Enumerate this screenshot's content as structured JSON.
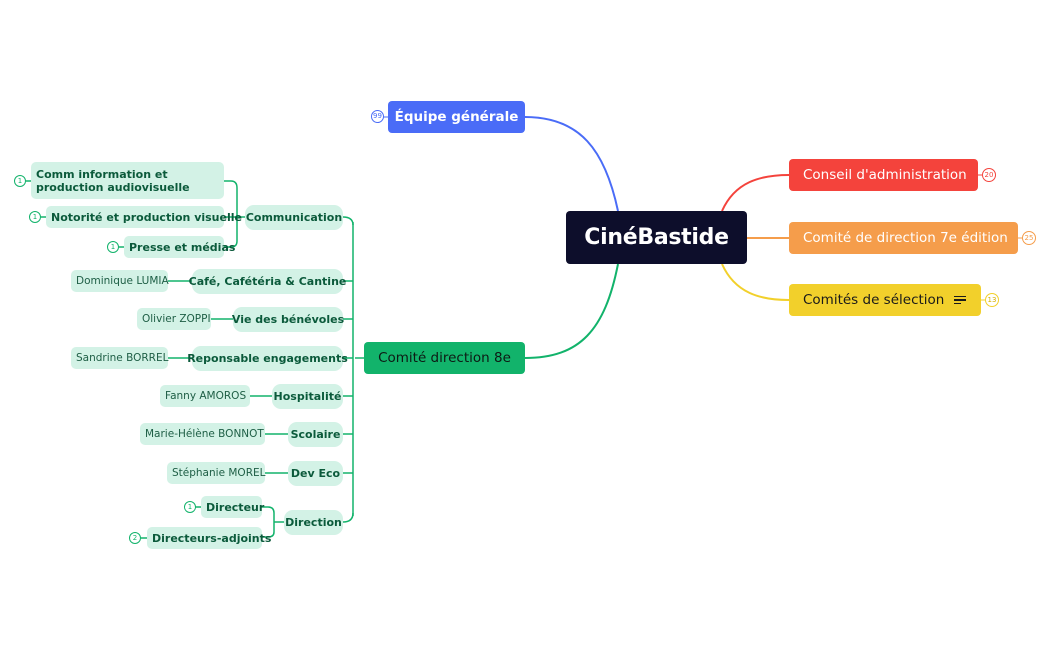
{
  "central": {
    "title": "CinéBastide"
  },
  "branches": {
    "equipe": {
      "label": "Équipe générale",
      "badge": "99",
      "color": "#4a6cf7"
    },
    "conseil": {
      "label": "Conseil d'administration",
      "badge": "20",
      "color": "#f4433c"
    },
    "comite7": {
      "label": "Comité de direction 7e édition",
      "badge": "25",
      "color": "#f59d4b"
    },
    "selection": {
      "label": "Comités de sélection",
      "badge": "13",
      "color": "#f2d02b",
      "notes_icon": "notes-icon"
    },
    "comite8": {
      "label": "Comité direction 8e",
      "color": "#12b36b"
    }
  },
  "comite8": {
    "communication": {
      "label": "Communication",
      "children": [
        {
          "label": "Comm information et production audiovisuelle",
          "badge": "1"
        },
        {
          "label": "Notorité et production visuelle",
          "badge": "1"
        },
        {
          "label": "Presse et médias",
          "badge": "1"
        }
      ]
    },
    "roles": [
      {
        "label": "Café, Cafétéria & Cantine",
        "person": "Dominique LUMIA"
      },
      {
        "label": "Vie des bénévoles",
        "person": "Olivier ZOPPI"
      },
      {
        "label": "Reponsable engagements",
        "person": "Sandrine BORREL"
      },
      {
        "label": "Hospitalité",
        "person": "Fanny AMOROS"
      },
      {
        "label": "Scolaire",
        "person": "Marie-Hélène BONNOT"
      },
      {
        "label": "Dev Eco",
        "person": "Stéphanie MOREL"
      }
    ],
    "direction": {
      "label": "Direction",
      "children": [
        {
          "label": "Directeur",
          "badge": "1"
        },
        {
          "label": "Directeurs-adjoints",
          "badge": "2"
        }
      ]
    }
  }
}
